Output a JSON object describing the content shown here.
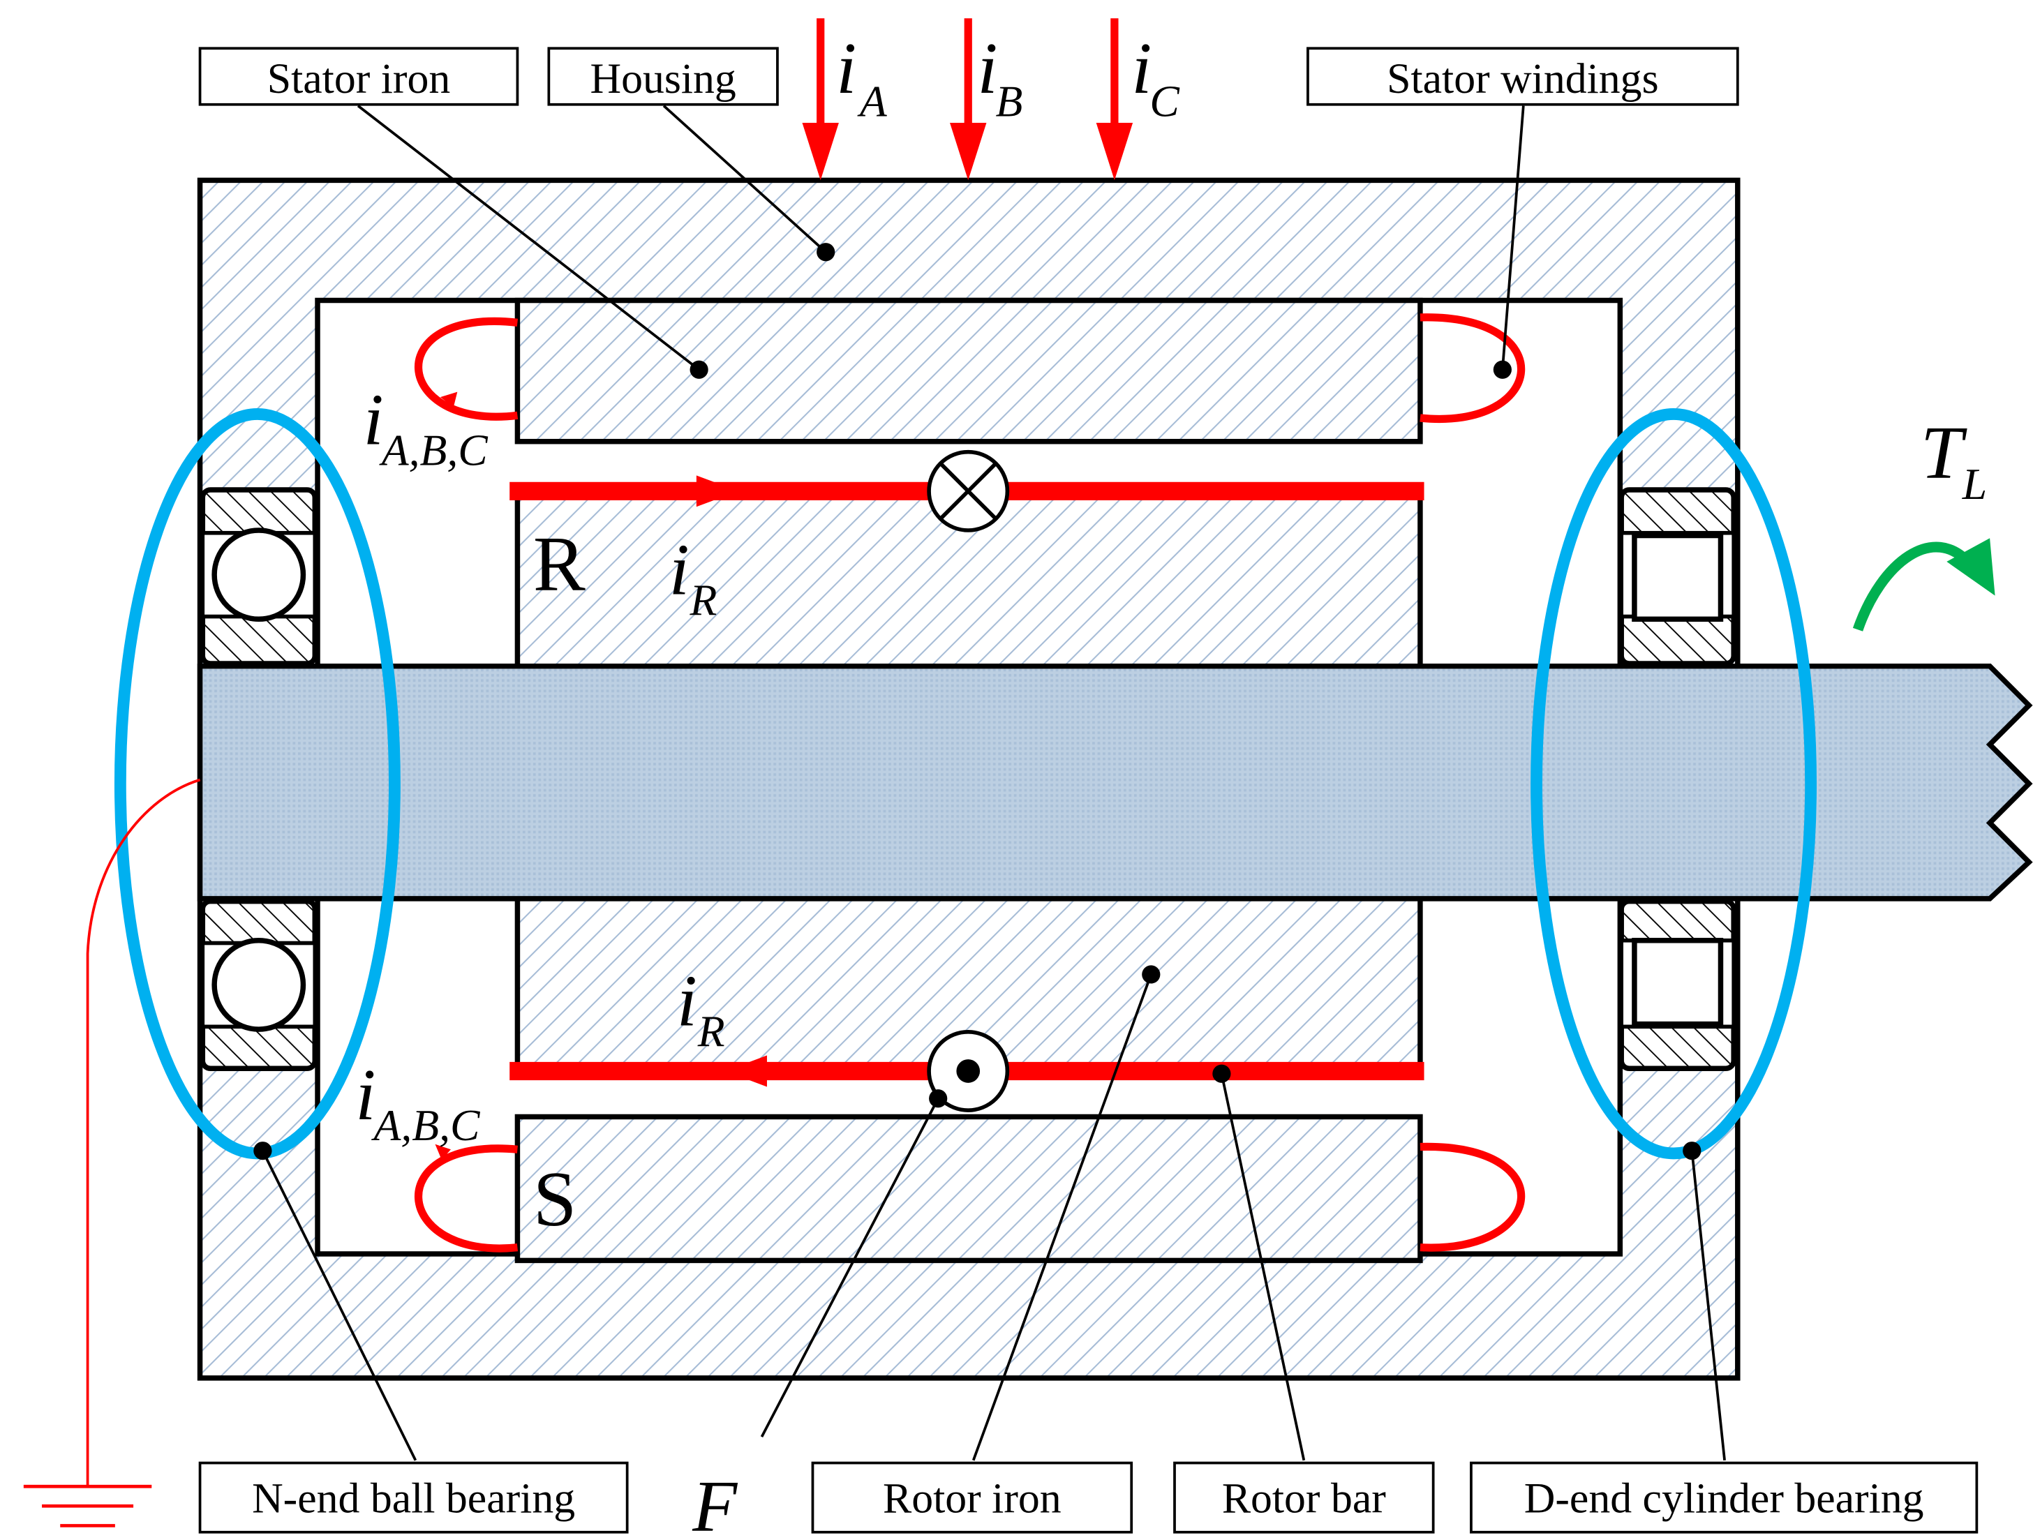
{
  "labels": {
    "stator_iron": "Stator iron",
    "housing": "Housing",
    "stator_windings": "Stator windings",
    "n_end_bearing": "N-end ball bearing",
    "rotor_iron": "Rotor iron",
    "rotor_bar": "Rotor bar",
    "d_end_bearing": "D-end cylinder bearing"
  },
  "symbols": {
    "i": "i",
    "sub_A": "A",
    "sub_B": "B",
    "sub_C": "C",
    "sub_ABC": "A,B,C",
    "sub_R": "R",
    "T": "T",
    "sub_L": "L",
    "R": "R",
    "S": "S",
    "F": "F"
  },
  "colors": {
    "current": "#ff0000",
    "bearing_highlight": "#00b0f0",
    "torque": "#00b050",
    "hatch": "#a6bcd6",
    "shaft": "#b7cde0",
    "outline": "#000000"
  }
}
